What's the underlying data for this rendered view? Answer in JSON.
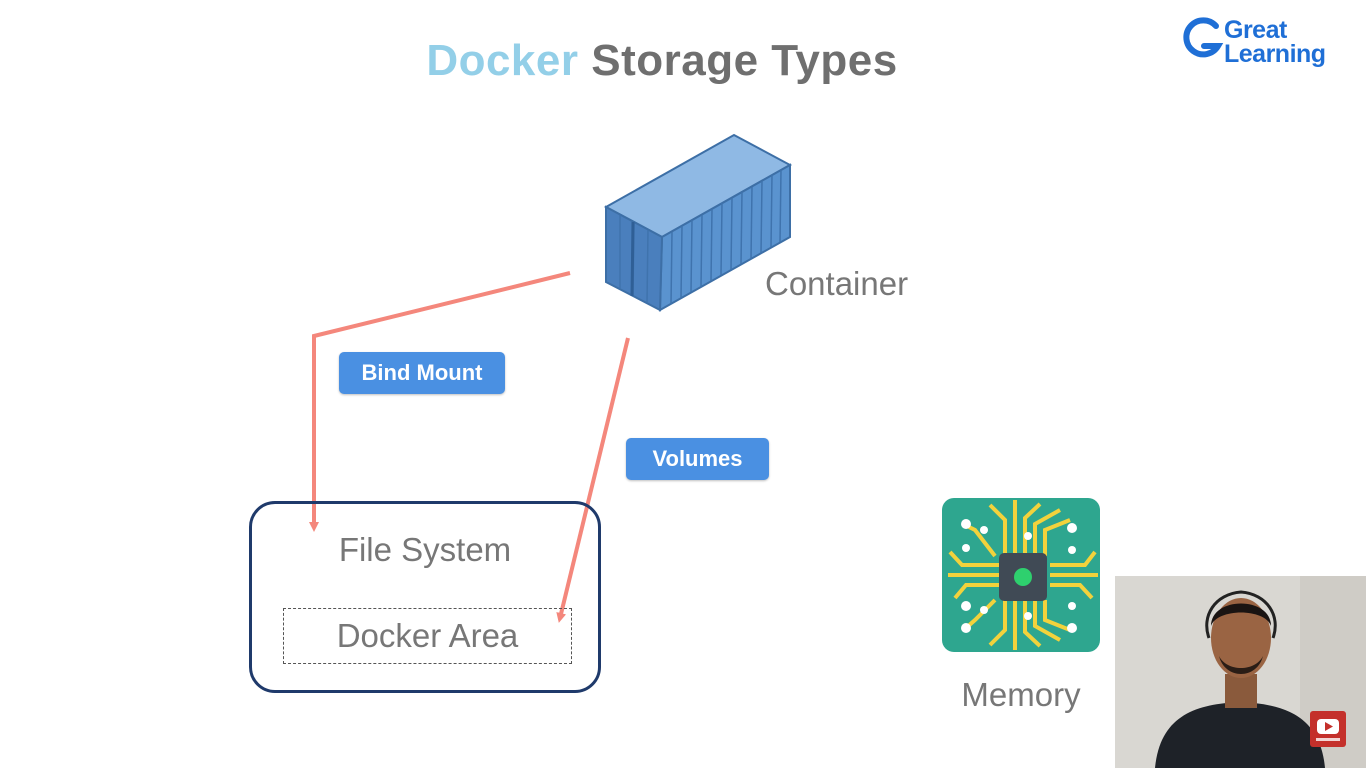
{
  "title": {
    "word1": "Docker",
    "word2": "Storage Types"
  },
  "logo": {
    "line1": "Great",
    "line2": "Learning"
  },
  "labels": {
    "container": "Container",
    "file_system": "File System",
    "docker_area": "Docker Area",
    "memory": "Memory"
  },
  "badges": {
    "bind_mount": "Bind Mount",
    "volumes": "Volumes"
  },
  "colors": {
    "title_accent": "#93cfe8",
    "title_main": "#6f6f6f",
    "badge": "#4a90e2",
    "arrow": "#f4877c",
    "box_border": "#1f3a6b",
    "container": "#5a93cf",
    "chip_bg": "#2ea68f",
    "chip_traces": "#f2d23c"
  },
  "icons": {
    "logo": "great-learning-g-logo",
    "container": "shipping-container-icon",
    "memory": "circuit-chip-icon",
    "subscribe": "youtube-subscribe-icon"
  }
}
